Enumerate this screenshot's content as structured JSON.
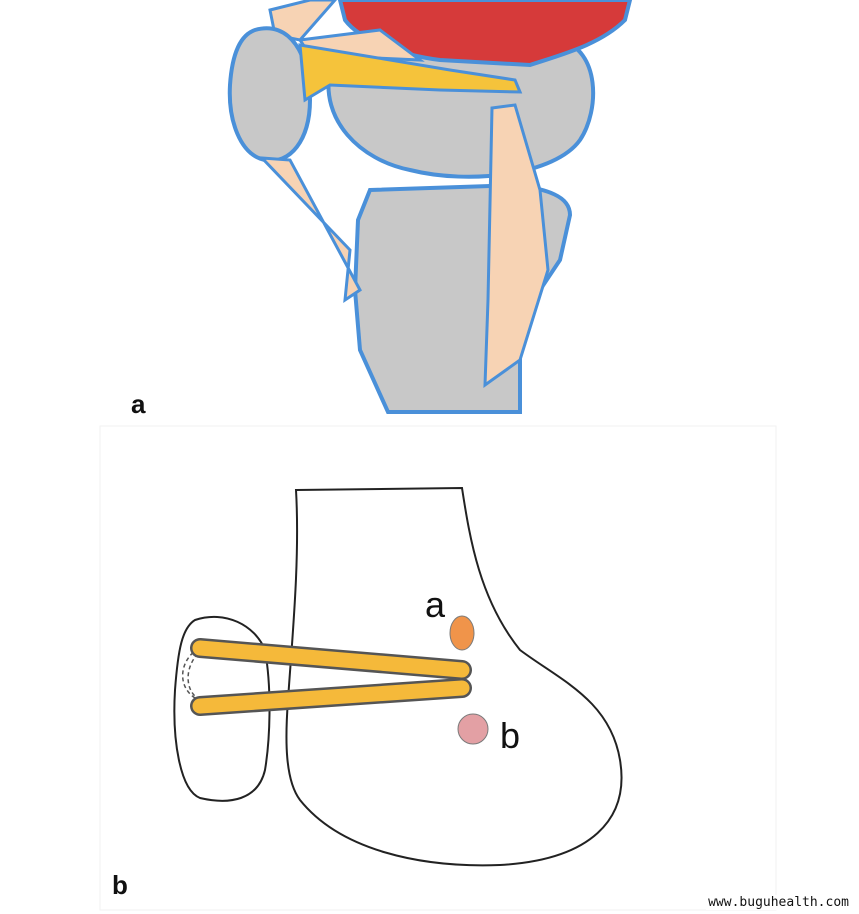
{
  "panels": {
    "a": {
      "label": "a"
    },
    "b": {
      "label": "b"
    }
  },
  "points": {
    "a": {
      "label": "a",
      "color": "#f0944a"
    },
    "b": {
      "label": "b",
      "color": "#e3a0a4"
    }
  },
  "colors": {
    "bone": "#c8c8c8",
    "bone_outline": "#4a90d9",
    "muscle": "#d63a3a",
    "soft_tissue": "#f7d3b4",
    "ligament": "#f5c33b",
    "graft": "#f5b93a",
    "outline": "#333333"
  },
  "watermark": "www.buguhealth.com"
}
